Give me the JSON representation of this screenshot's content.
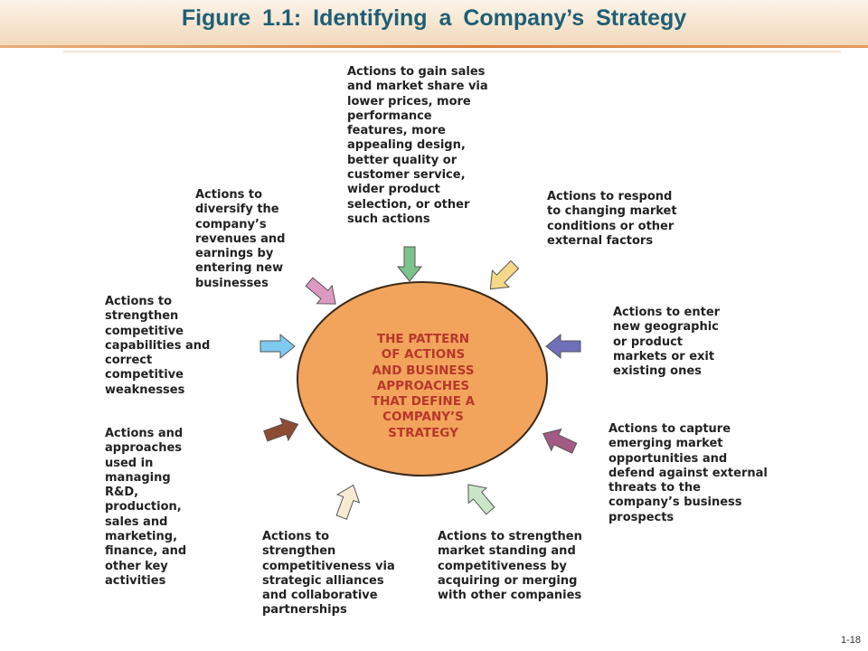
{
  "title": "Figure 1.1: Identifying a Company’s Strategy",
  "center": "THE PATTERN\nOF ACTIONS\nAND BUSINESS\nAPPROACHES\nTHAT DEFINE A\nCOMPANY’S\nSTRATEGY",
  "labels": {
    "top": "Actions to gain sales\nand market share via\nlower prices, more\nperformance\nfeatures, more\nappealing design,\nbetter quality or\ncustomer service,\nwider product\nselection, or other\nsuch actions",
    "top_right": "Actions to respond\nto changing market\nconditions or other\nexternal factors",
    "right": "Actions to enter\nnew geographic\nor product\nmarkets or exit\nexisting ones",
    "lower_right": "Actions to capture\nemerging market\nopportunities and\ndefend against external\nthreats to the\ncompany’s business\nprospects",
    "bottom_right": "Actions to strengthen\nmarket standing and\ncompetitiveness by\nacquiring or merging\nwith other companies",
    "bottom_left": "Actions to\nstrengthen\ncompetitiveness via\nstrategic alliances\nand collaborative\npartnerships",
    "lower_left": "Actions and\napproaches\nused in\nmanaging\nR&D,\nproduction,\nsales and\nmarketing,\nfinance, and\nother key\nactivities",
    "left": "Actions to\nstrengthen\ncompetitive\ncapabilities and\ncorrect\ncompetitive\nweaknesses",
    "top_left": "Actions to\ndiversify the\ncompany’s\nrevenues and\nearnings by\nentering new\nbusinesses"
  },
  "page_number": "1-18",
  "colors": {
    "title": "#1e5f76",
    "ellipse": "#f2a45d",
    "ellipse_stroke": "#3a2a1a",
    "center_text": "#b8362a",
    "arrow_top": "#7cc38e",
    "arrow_top_right": "#f6d889",
    "arrow_right": "#6f6fba",
    "arrow_lower_right": "#a45a86",
    "arrow_bottom_right": "#c8e6c6",
    "arrow_bottom_left": "#f9ead2",
    "arrow_lower_left": "#8e4a32",
    "arrow_left": "#7fcaf0",
    "arrow_top_left": "#dc9ac2"
  }
}
